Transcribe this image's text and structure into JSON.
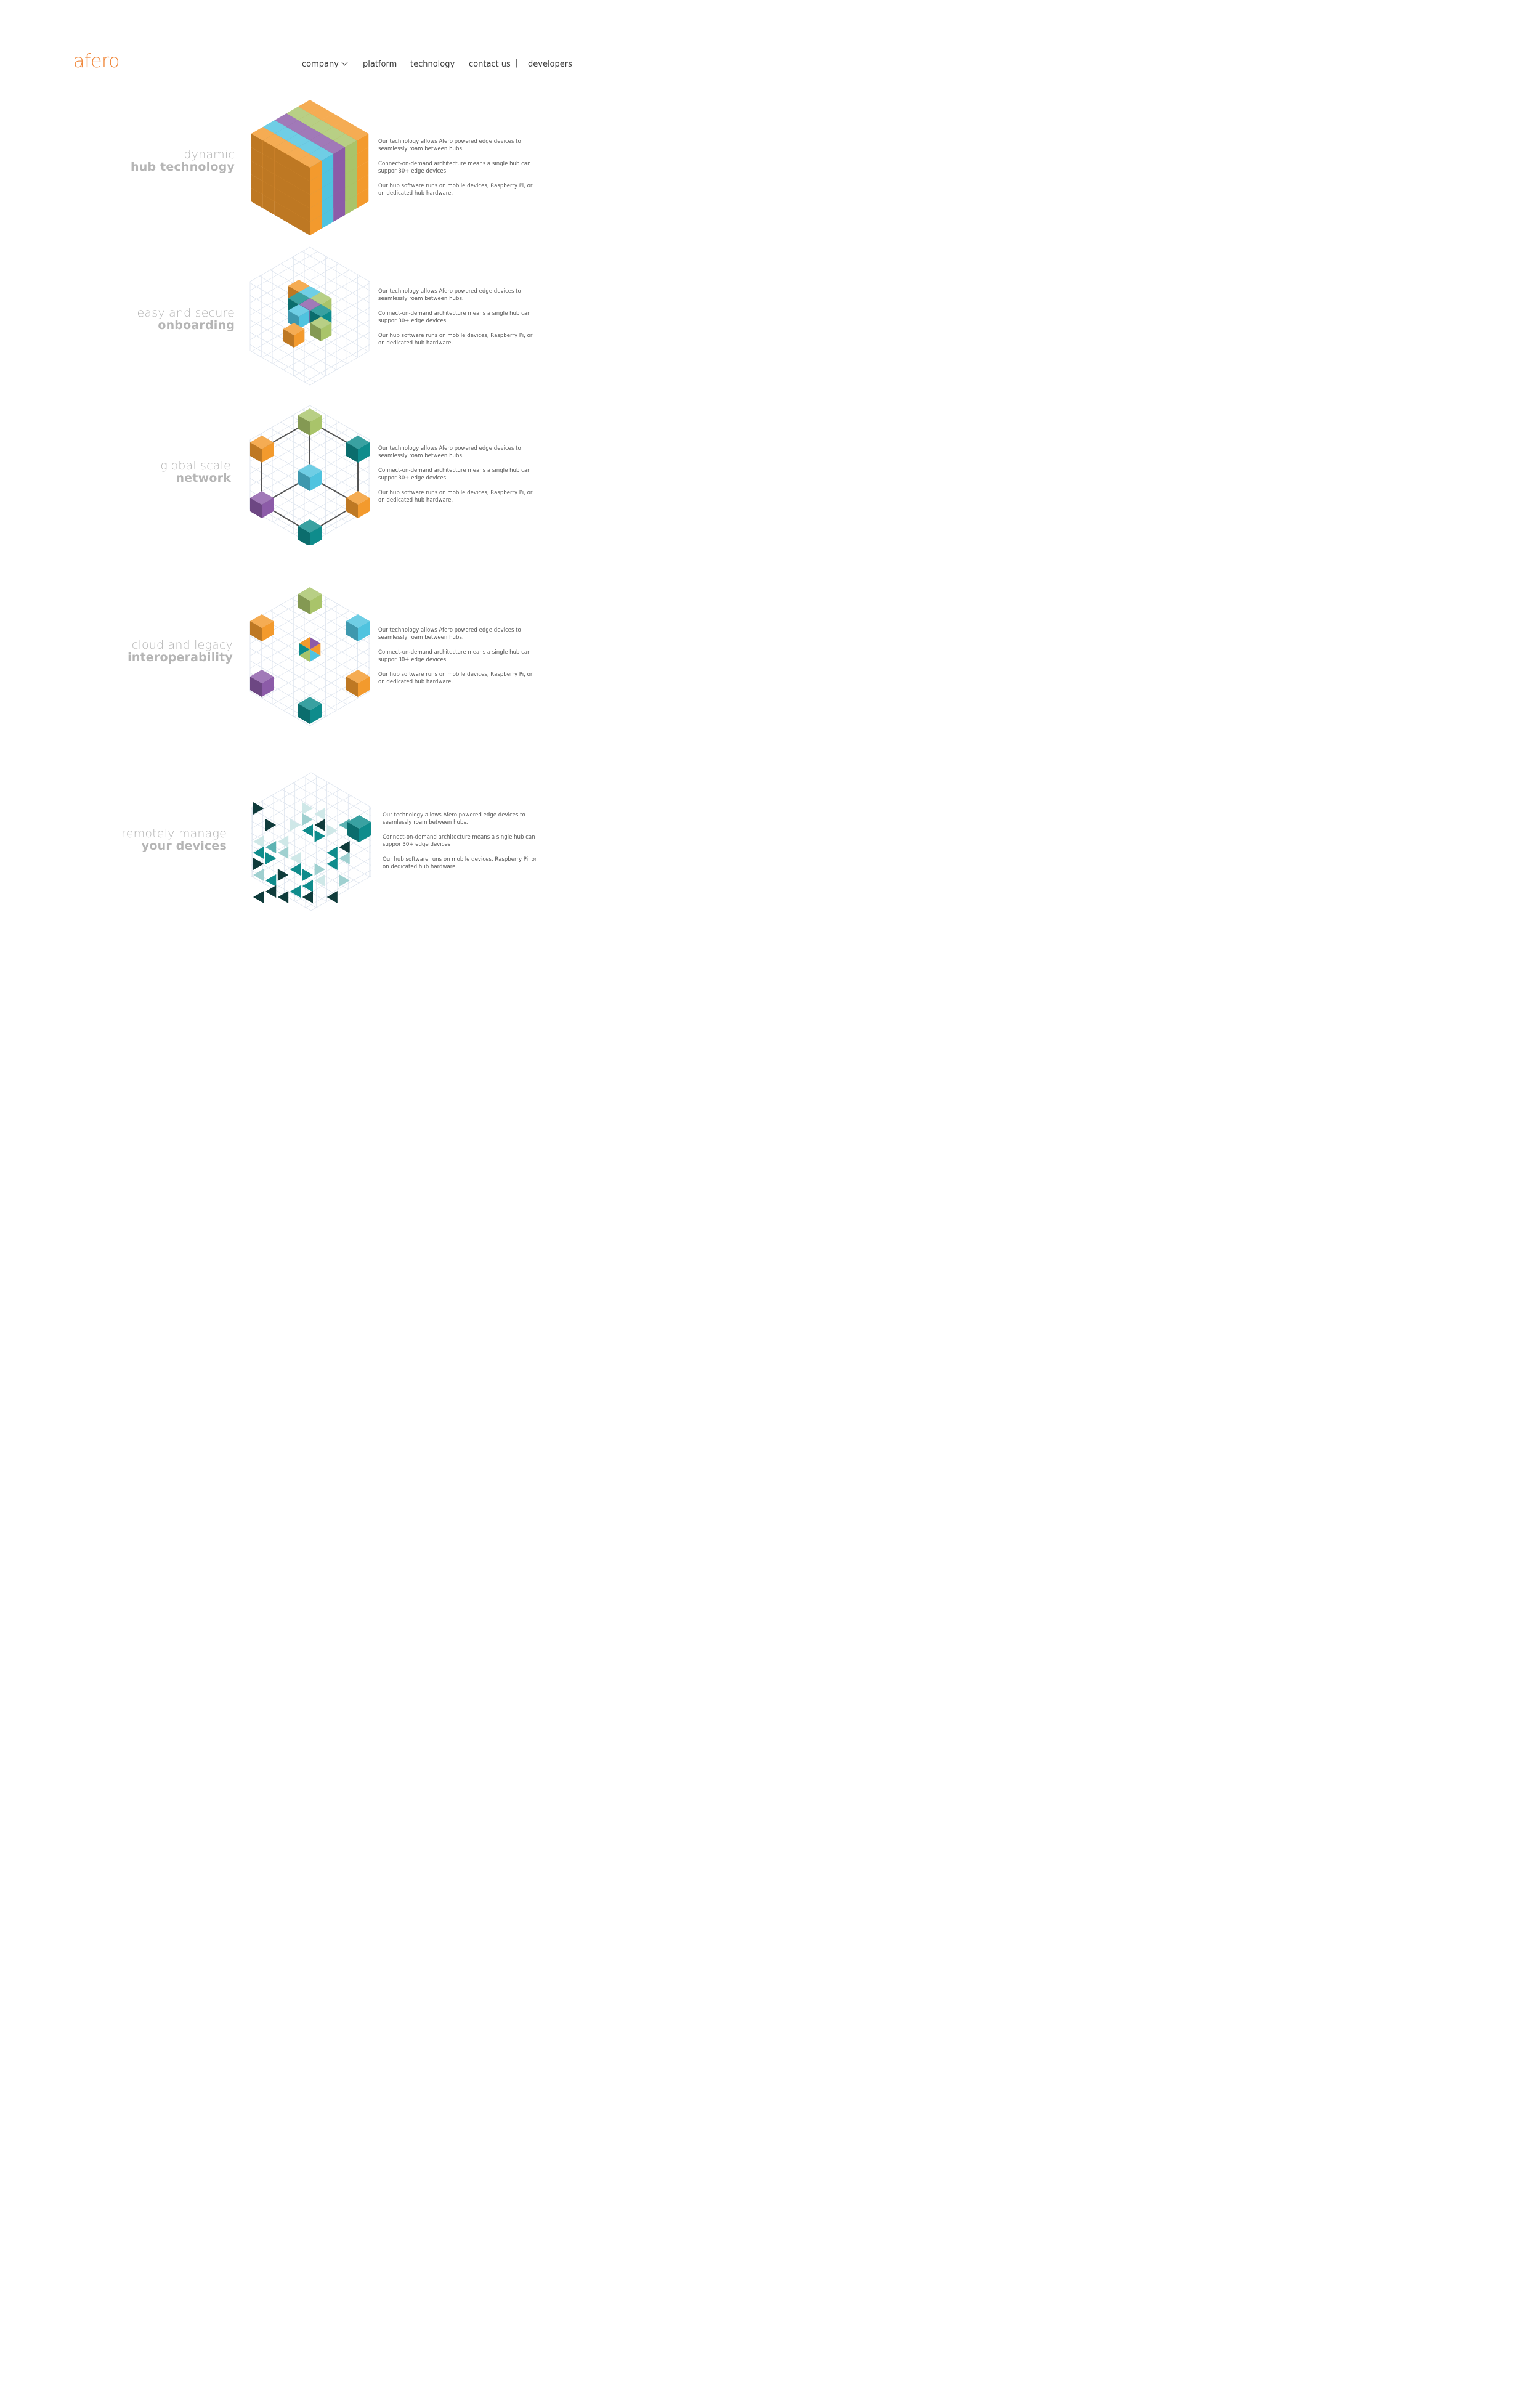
{
  "brand": {
    "logo_text": "afero",
    "accent": "#f0873a"
  },
  "nav": {
    "items": [
      {
        "label": "company",
        "has_dropdown": true
      },
      {
        "label": "platform"
      },
      {
        "label": "technology"
      },
      {
        "label": "contact us"
      },
      {
        "label": "developers"
      }
    ],
    "separator": "|"
  },
  "palette": {
    "orange": "#f39a2d",
    "teal": "#0e8c8c",
    "light_blue": "#4fc3df",
    "green": "#a9c46a",
    "purple": "#8c5ba8",
    "grid": "#dde4ee",
    "line": "#555555"
  },
  "sections": [
    {
      "heading_line1": "dynamic",
      "heading_line2": "hub technology",
      "paragraphs": [
        "Our technology allows Afero powered edge devices to seamlessly roam between hubs.",
        "Connect-on-demand architecture means a single hub can suppor 30+ edge devices",
        "Our hub software runs on mobile devices, Raspberry Pi, or on dedicated hub hardware."
      ]
    },
    {
      "heading_line1": "easy and secure",
      "heading_line2": "onboarding",
      "paragraphs": [
        "Our technology allows Afero powered edge devices to seamlessly roam between hubs.",
        "Connect-on-demand architecture means a single hub can suppor 30+ edge devices",
        "Our hub software runs on mobile devices, Raspberry Pi, or on dedicated hub hardware."
      ]
    },
    {
      "heading_line1": "global scale",
      "heading_line2": "network",
      "paragraphs": [
        "Our technology allows Afero powered edge devices to seamlessly roam between hubs.",
        "Connect-on-demand architecture means a single hub can suppor 30+ edge devices",
        "Our hub software runs on mobile devices, Raspberry Pi, or on dedicated hub hardware."
      ]
    },
    {
      "heading_line1": "cloud and legacy",
      "heading_line2": "interoperability",
      "paragraphs": [
        "Our technology allows Afero powered edge devices to seamlessly roam between hubs.",
        "Connect-on-demand architecture means a single hub can suppor 30+ edge devices",
        "Our hub software runs on mobile devices, Raspberry Pi, or on dedicated hub hardware."
      ]
    },
    {
      "heading_line1": "remotely manage",
      "heading_line2": "your devices",
      "paragraphs": [
        "Our technology allows Afero powered edge devices to seamlessly roam between hubs.",
        "Connect-on-demand architecture means a single hub can suppor 30+ edge devices",
        "Our hub software runs on mobile devices, Raspberry Pi, or on dedicated hub hardware."
      ]
    }
  ]
}
